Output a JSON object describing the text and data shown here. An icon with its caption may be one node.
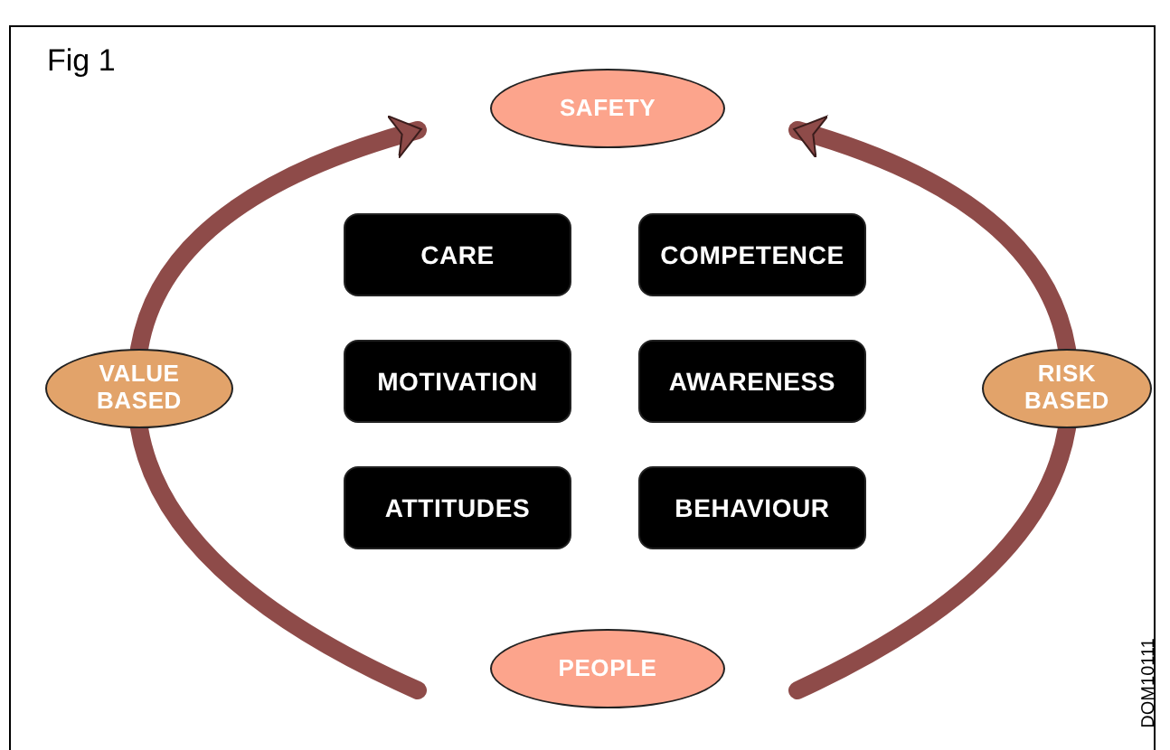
{
  "diagram": {
    "title": "Fig 1",
    "nodes": [
      {
        "text": [
          "SAFETY"
        ]
      },
      {
        "text": [
          "VALUE BASED"
        ]
      },
      {
        "text": [
          "RISK BASED"
        ]
      },
      {
        "text": [
          "CARE"
        ]
      },
      {
        "text": [
          "COMPETENCE"
        ]
      },
      {
        "text": [
          "MOTIVATION"
        ]
      },
      {
        "text": [
          "AWARENESS"
        ]
      },
      {
        "text": [
          "ATTITUDES"
        ]
      },
      {
        "text": [
          "BEHAVIOUR"
        ]
      },
      {
        "text": [
          "PEOPLE"
        ]
      }
    ],
    "edges": [
      {
        "from": 9,
        "to": 1,
        "arrow": "none"
      },
      {
        "from": 1,
        "to": 0,
        "arrow": "to"
      },
      {
        "from": 9,
        "to": 2,
        "arrow": "none"
      },
      {
        "from": 2,
        "to": 0,
        "arrow": "to"
      }
    ],
    "labels": [
      "DOM10111"
    ]
  }
}
